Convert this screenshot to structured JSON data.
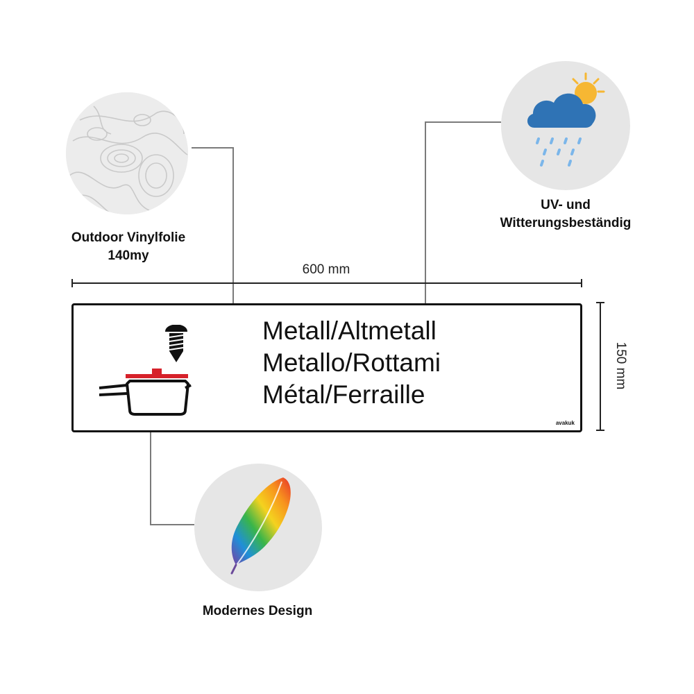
{
  "dimensions": {
    "width_label": "600 mm",
    "height_label": "150 mm"
  },
  "features": {
    "material": {
      "line1": "Outdoor Vinylfolie",
      "line2": "140my",
      "icon": "topographic-texture-icon"
    },
    "weather": {
      "line1": "UV- und",
      "line2": "Witterungsbeständig",
      "icon": "cloud-sun-rain-icon"
    },
    "design": {
      "line1": "Modernes Design",
      "icon": "rainbow-feather-icon"
    }
  },
  "sign": {
    "lines": [
      "Metall/Altmetall",
      "Metallo/Rottami",
      "Métal/Ferraille"
    ],
    "brand": "avakuk",
    "icons": [
      "screw-icon",
      "cooking-pot-icon"
    ]
  },
  "colors": {
    "connector": "#7a7a7a",
    "circle_bg": "#e6e6e6",
    "pot_lid": "#d6212a",
    "cloud": "#2f73b5",
    "sun": "#f6b733",
    "rain": "#7bb6ea"
  }
}
